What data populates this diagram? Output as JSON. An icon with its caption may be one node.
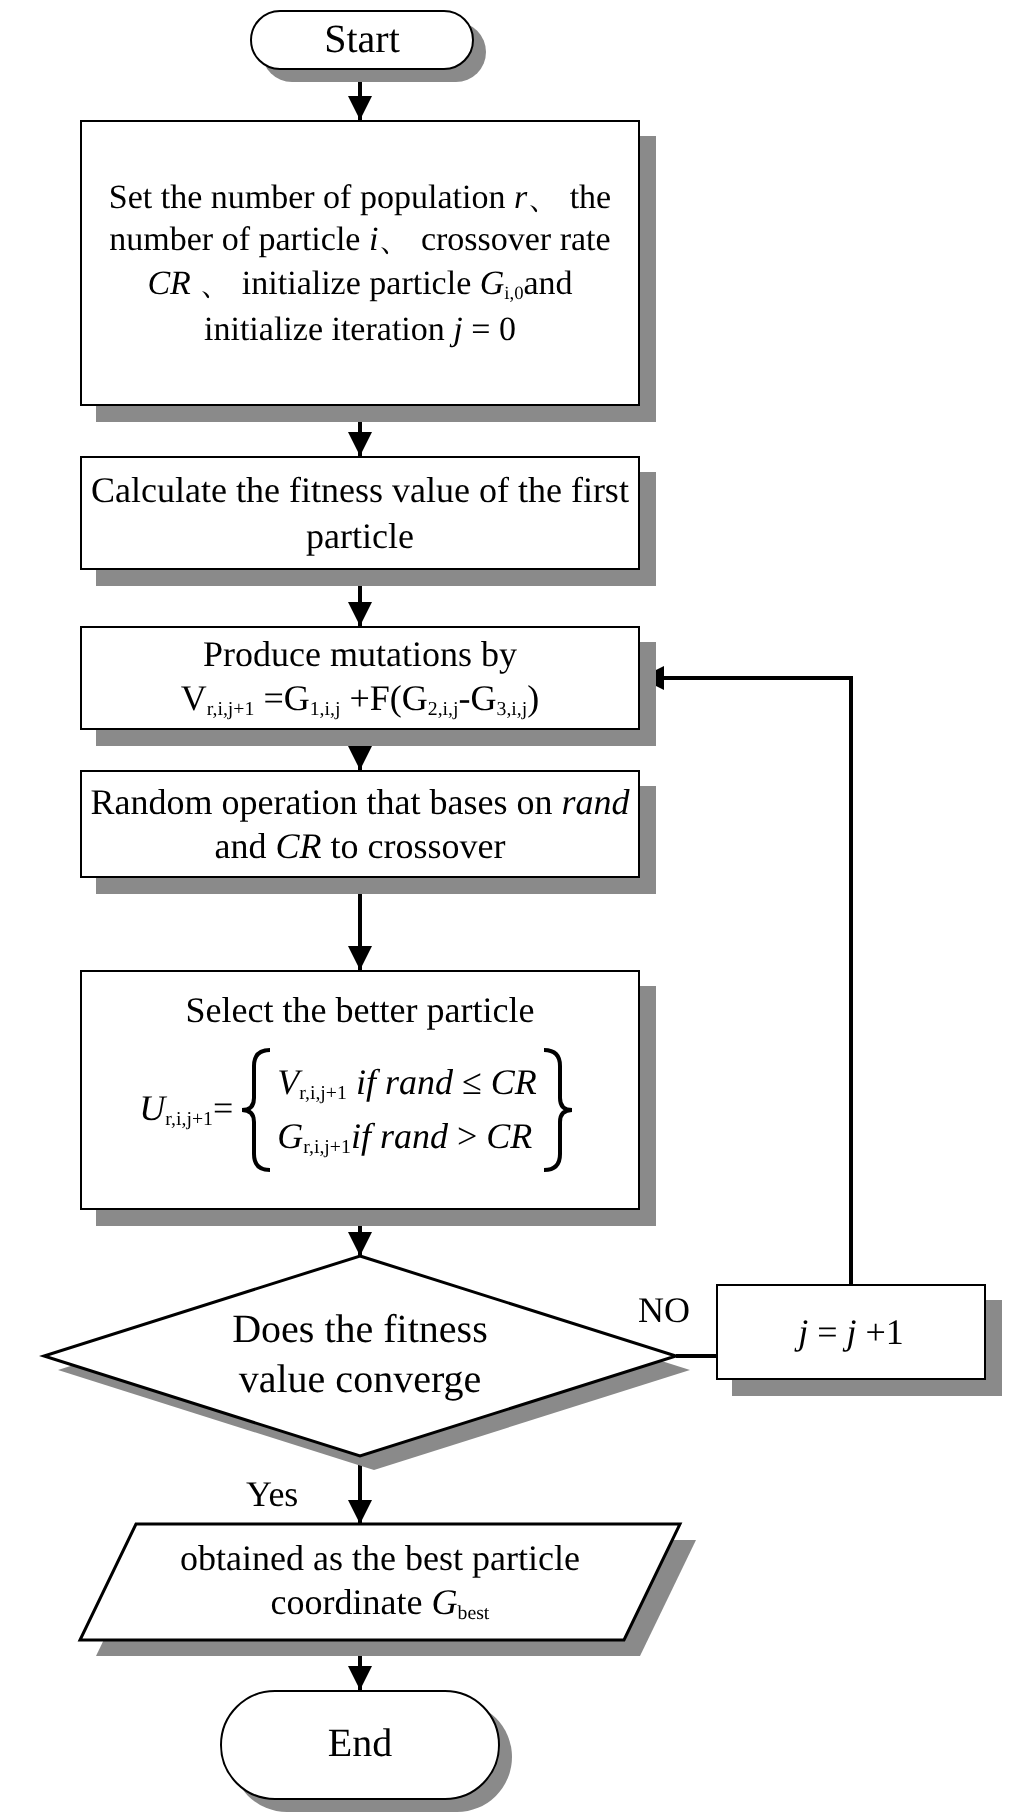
{
  "diagram": {
    "nodes": [
      {
        "text": [
          "Start"
        ]
      },
      {
        "text": [
          "Set the number of population *r*、 the number of particle *i*、 crossover rate *CR* 、 initialize particle *G*$_{i,0}$and initialize iteration *j* = 0"
        ]
      },
      {
        "text": [
          "Calculate the fitness value of the first particle"
        ]
      },
      {
        "text": [
          "Produce mutations by",
          "V$_{r,i,j+1}$ =G$_{1,i,j}$ +F(G$_{2,i,j}$-G$_{3,i,j}$)"
        ]
      },
      {
        "text": [
          "Random operation that bases on *rand* and *CR* to crossover"
        ]
      },
      {
        "text": [
          "Select the better particle",
          "*U*$_{r,i,j+1}$=",
          "*V*$_{r,i,j+1}$ *if rand* ≤ *CR*",
          "*G*$_{r,i,j+1}$*if rand* > *CR*"
        ]
      },
      {
        "text": [
          "Does the fitness value converge"
        ]
      },
      {
        "text": [
          "*j* = *j* +1"
        ]
      },
      {
        "text": [
          "obtained as the best particle coordinate *G*$_{best}$"
        ]
      },
      {
        "text": [
          "End"
        ]
      }
    ],
    "edges": [
      {
        "from": 0,
        "to": 1,
        "arrow": "to"
      },
      {
        "from": 1,
        "to": 2,
        "arrow": "to"
      },
      {
        "from": 2,
        "to": 3,
        "arrow": "to"
      },
      {
        "from": 3,
        "to": 4,
        "arrow": "to"
      },
      {
        "from": 4,
        "to": 5,
        "arrow": "to"
      },
      {
        "from": 5,
        "to": 6,
        "arrow": "to"
      },
      {
        "from": 6,
        "to": 7,
        "arrow": "none",
        "label": "NO"
      },
      {
        "from": 7,
        "to": 3,
        "arrow": "to"
      },
      {
        "from": 6,
        "to": 8,
        "arrow": "to",
        "label": "Yes"
      },
      {
        "from": 8,
        "to": 9,
        "arrow": "to"
      }
    ]
  }
}
